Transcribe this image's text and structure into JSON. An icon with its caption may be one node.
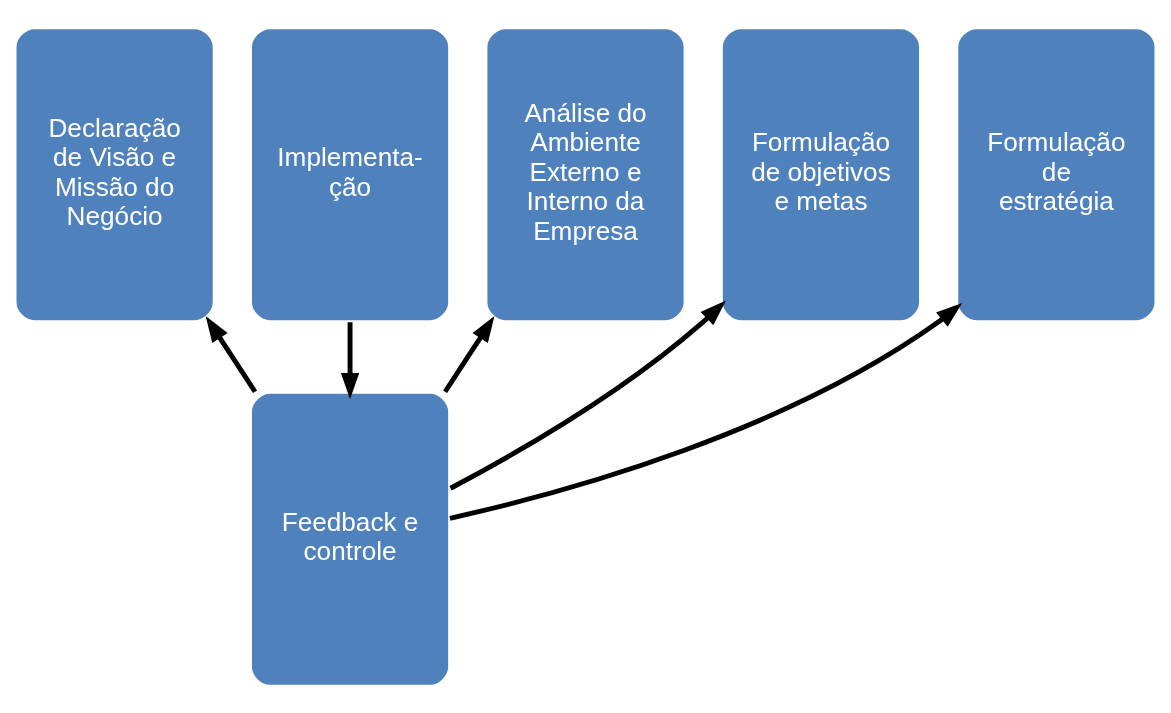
{
  "diagram": {
    "nodes": [
      {
        "text": [
          "Declaração de Visão e Missão do Negócio"
        ]
      },
      {
        "text": [
          "Análise do Ambiente Externo e Interno da Empresa"
        ]
      },
      {
        "text": [
          "Formulação de objetivos e metas"
        ]
      },
      {
        "text": [
          "Formulação de estratégia"
        ]
      },
      {
        "text": [
          "Implementa- ção"
        ]
      },
      {
        "text": [
          "Feedback e controle"
        ]
      }
    ],
    "edges": [
      {
        "from": 4,
        "to": 5,
        "arrow": "to"
      },
      {
        "from": 5,
        "to": 0,
        "arrow": "to"
      },
      {
        "from": 5,
        "to": 1,
        "arrow": "to"
      },
      {
        "from": 5,
        "to": 2,
        "arrow": "to"
      },
      {
        "from": 5,
        "to": 3,
        "arrow": "to"
      }
    ]
  }
}
